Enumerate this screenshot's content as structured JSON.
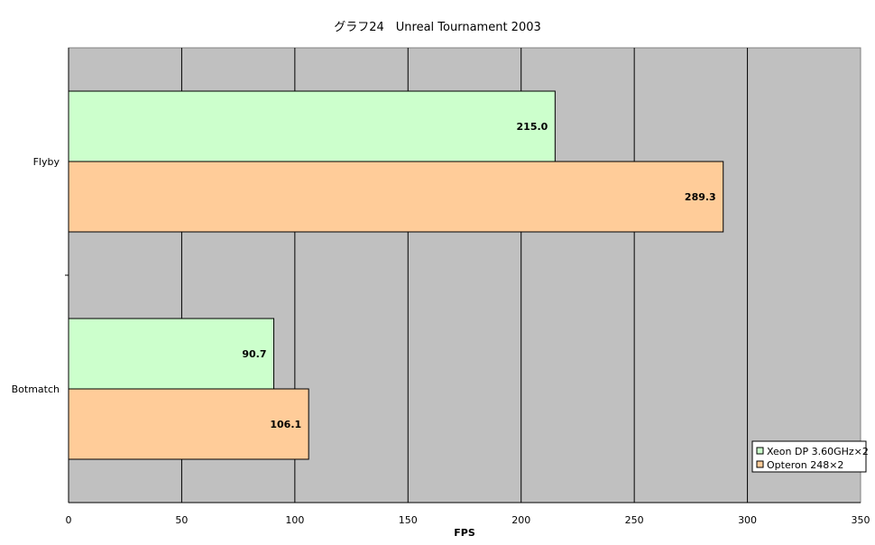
{
  "chart_data": {
    "type": "bar",
    "orientation": "horizontal",
    "title": "グラフ24　Unreal Tournament 2003",
    "xlabel": "FPS",
    "ylabel": "",
    "xlim": [
      0,
      350
    ],
    "x_ticks": [
      0,
      50,
      100,
      150,
      200,
      250,
      300,
      350
    ],
    "categories": [
      "Flyby",
      "Botmatch"
    ],
    "series": [
      {
        "name": "Xeon DP 3.60GHz×2",
        "values": [
          215.0,
          90.7
        ],
        "color": "#ccffcc"
      },
      {
        "name": "Opteron 248×2",
        "values": [
          289.3,
          106.1
        ],
        "color": "#ffcc99"
      }
    ],
    "grid": true,
    "plot_background": "#c0c0c0",
    "legend_position": "bottom-right"
  }
}
